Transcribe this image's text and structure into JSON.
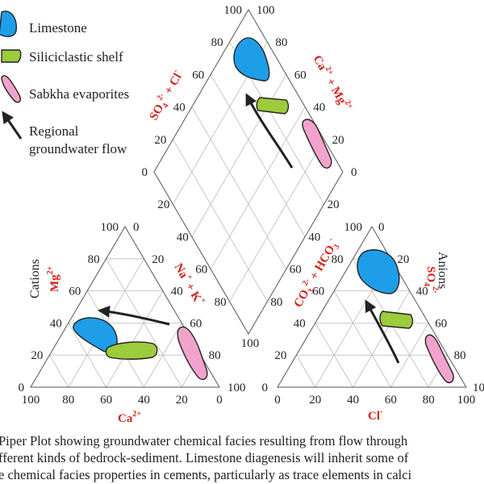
{
  "legend": {
    "items": [
      {
        "label": "Limestone",
        "color": "#1e9ee9"
      },
      {
        "label": "Siliciclastic shelf",
        "color": "#9ccb3b"
      },
      {
        "label": "Sabkha evaporites",
        "color": "#f2a3cd"
      },
      {
        "label": "Regional groundwater flow",
        "line1": "Regional",
        "line2": "groundwater flow",
        "color": "#222222"
      }
    ]
  },
  "ticks": [
    "100",
    "80",
    "60",
    "40",
    "20",
    "0"
  ],
  "labels": {
    "diamond_left_main": "SO",
    "diamond_left_sub": "4",
    "diamond_left_sup": "2-",
    "diamond_left_rest": " + Cl",
    "diamond_left_sup2": "-",
    "diamond_right_main": "Ca",
    "diamond_right_sup": "2+",
    "diamond_right_rest": " + Mg",
    "diamond_right_sup2": "2+",
    "cations_title": "Cations",
    "mg_main": "Mg",
    "mg_sup": "2+",
    "na_main": "Na",
    "na_sup": "+",
    "na_rest": " + K",
    "na_sup2": "+",
    "ca_main": "Ca",
    "ca_sup": "2+",
    "anions_title": "Anions",
    "so4_main": "SO",
    "so4_sub": "4",
    "so4_sup": "2-",
    "co3_main": "CO",
    "co3_sub": "3",
    "co3_sup": "2-",
    "co3_rest": " + HCO",
    "co3_sub2": "3",
    "co3_sup2": "-",
    "cl_main": "Cl",
    "cl_sup": "-"
  },
  "caption": {
    "line1": "Piper Plot showing groundwater chemical facies resulting from flow through",
    "line2": "fferent kinds of bedrock-sediment. Limestone diagenesis will inherit some of",
    "line3": "e chemical facies properties in cements, particularly as trace elements in calci"
  },
  "colors": {
    "limestone": "#1e9ee9",
    "siliciclastic": "#9ccb3b",
    "sabkha": "#f2a3cd",
    "axis_red": "#d0241b",
    "grid": "#bbbbbb"
  }
}
